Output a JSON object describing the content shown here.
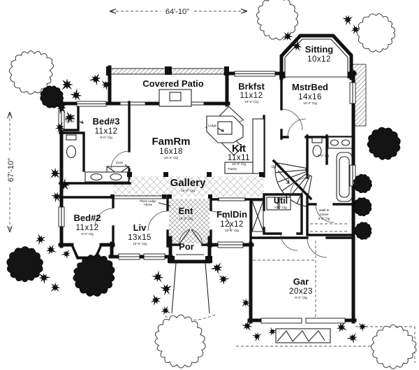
{
  "dimensions": {
    "width": "64'-10\"",
    "depth": "67'-10\""
  },
  "rooms": {
    "covered_patio": {
      "name": "Covered Patio"
    },
    "sitting": {
      "name": "Sitting",
      "size": "10x12"
    },
    "mstr_bed": {
      "name": "MstrBed",
      "size": "14x16",
      "ceiling": "10'-0\" Clg"
    },
    "brkfst": {
      "name": "Brkfst",
      "size": "11x12",
      "ceiling": "10'-0\" Clg"
    },
    "fam_rm": {
      "name": "FamRm",
      "size": "16x18",
      "ceiling": "10'-0\" Clg"
    },
    "kit": {
      "name": "Kit",
      "size": "11x11",
      "ceiling": "10'-0\" Clg"
    },
    "bed3": {
      "name": "Bed#3",
      "size": "11x12",
      "ceiling": "9'-0\" Clg"
    },
    "gallery": {
      "name": "Gallery",
      "ceiling": "10'-0\" Clg"
    },
    "ent": {
      "name": "Ent",
      "ceiling": "12'-0\" Clg"
    },
    "fml_din": {
      "name": "FmlDin",
      "size": "12x12",
      "ceiling": "10'-0\" Clg"
    },
    "util": {
      "name": "Util",
      "ceiling": "8'-0\" Clg"
    },
    "bed2": {
      "name": "Bed#2",
      "size": "11x12",
      "ceiling": "9'-0\" Clg"
    },
    "liv": {
      "name": "Liv",
      "size": "13x15",
      "ceiling": "10'-0\" Clg"
    },
    "por": {
      "name": "Por"
    },
    "gar": {
      "name": "Gar",
      "size": "20x23",
      "ceiling": "9'-0\" Clg"
    },
    "mstr_bath": {
      "ceiling": "8'-0\" Clg"
    },
    "walk_in_closet": {
      "line1": "Walk-In",
      "line2": "Closet",
      "ceiling": "8'-0\" Clg"
    },
    "bed3_closet": {
      "line1": "Walk-in",
      "line2": "Closet"
    }
  },
  "annotations": {
    "ledge": "Ledge",
    "pantry": "Pantry",
    "linen": "Linen",
    "up": "Up",
    "plant_ledge_line1": "Plant Ledge",
    "plant_ledge_line2": "Above"
  },
  "colors": {
    "ink": "#111111",
    "paper": "#ffffff"
  }
}
